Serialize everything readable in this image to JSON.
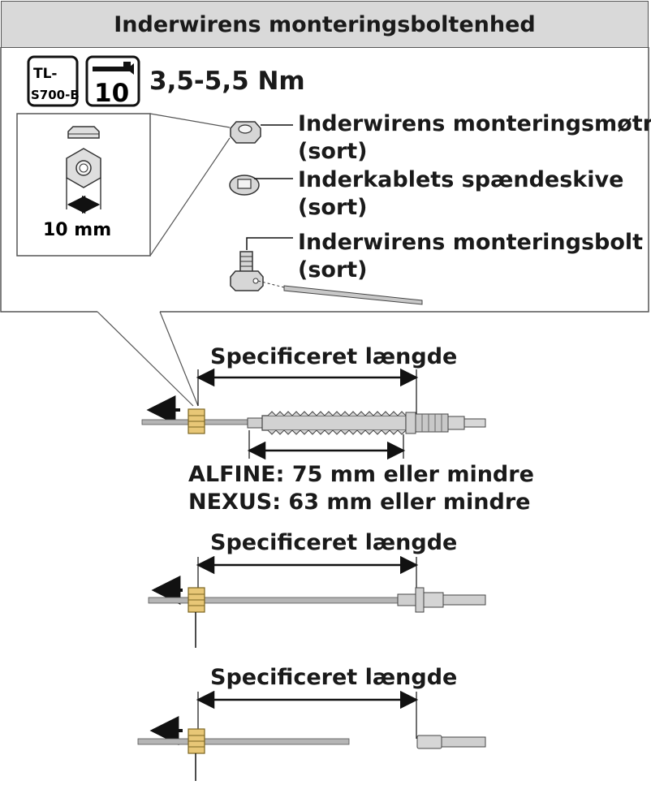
{
  "header": {
    "title": "Inderwirens monteringsboltenhed"
  },
  "tool_badge": {
    "line1": "TL-",
    "line2": "S700-B"
  },
  "wrench_badge": {
    "size": "10"
  },
  "torque": "3,5-5,5 Nm",
  "inset": {
    "dimension": "10 mm"
  },
  "parts": {
    "nut": {
      "line1": "Inderwirens monteringsmøtrik",
      "line2": "(sort)"
    },
    "washer": {
      "line1": "Inderkablets spændeskive",
      "line2": "(sort)"
    },
    "bolt": {
      "line1": "Inderwirens monteringsbolt",
      "line2": "(sort)"
    }
  },
  "figures": [
    {
      "length_label": "Specificeret længde",
      "notes": [
        "ALFINE: 75 mm eller mindre",
        "NEXUS: 63 mm eller mindre"
      ]
    },
    {
      "length_label": "Specificeret længde"
    },
    {
      "length_label": "Specificeret længde"
    }
  ],
  "colors": {
    "brass": "#e8c777",
    "cable": "#b5b5b5",
    "header_bg": "#d9d9d9"
  }
}
